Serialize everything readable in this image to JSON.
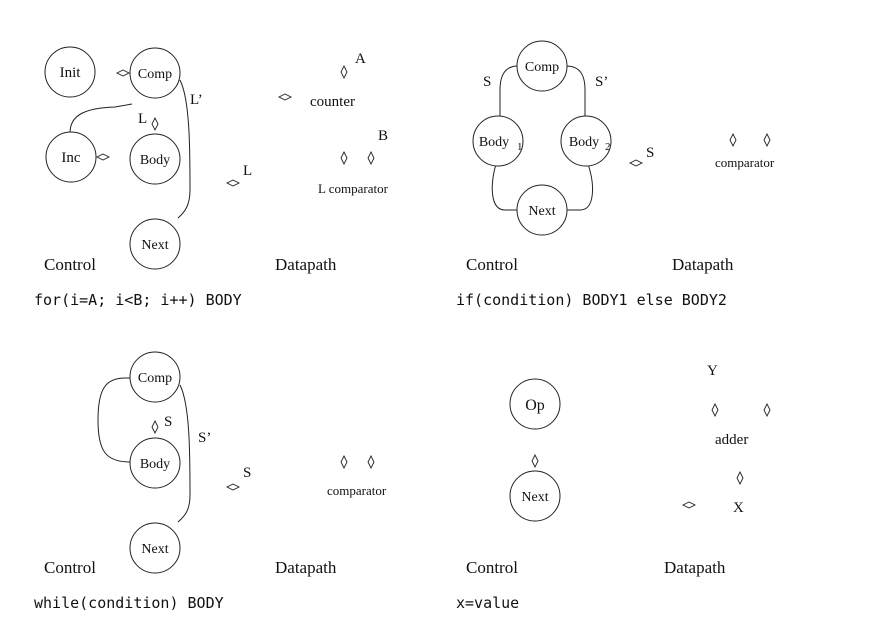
{
  "quadrants": {
    "for_loop": {
      "nodes": {
        "init": "Init",
        "comp": "Comp",
        "inc": "Inc",
        "body": "Body",
        "next": "Next"
      },
      "edge_labels": {
        "l_prime": "L’",
        "l_body": "L"
      },
      "control_caption": "Control",
      "datapath_caption": "Datapath",
      "datapath": {
        "a": "A",
        "counter": "counter",
        "b": "B",
        "l_side": "L",
        "l_comparator": "L comparator"
      },
      "code": "for(i=A; i<B; i++) BODY"
    },
    "if_else": {
      "nodes": {
        "comp": "Comp",
        "body1": "Body",
        "body1_sub": "1",
        "body2": "Body",
        "body2_sub": "2",
        "next": "Next"
      },
      "edge_labels": {
        "s": "S",
        "s_prime": "S’"
      },
      "control_caption": "Control",
      "datapath_caption": "Datapath",
      "datapath": {
        "s_side": "S",
        "comparator": "comparator"
      },
      "code": "if(condition) BODY1 else BODY2"
    },
    "while_loop": {
      "nodes": {
        "comp": "Comp",
        "body": "Body",
        "next": "Next"
      },
      "edge_labels": {
        "s_body": "S",
        "s_prime": "S’"
      },
      "control_caption": "Control",
      "datapath_caption": "Datapath",
      "datapath": {
        "s_side": "S",
        "comparator": "comparator"
      },
      "code": "while(condition) BODY"
    },
    "assign": {
      "nodes": {
        "op": "Op",
        "next": "Next"
      },
      "control_caption": "Control",
      "datapath_caption": "Datapath",
      "datapath": {
        "y": "Y",
        "adder": "adder",
        "x": "X"
      },
      "code": "x=value"
    }
  }
}
